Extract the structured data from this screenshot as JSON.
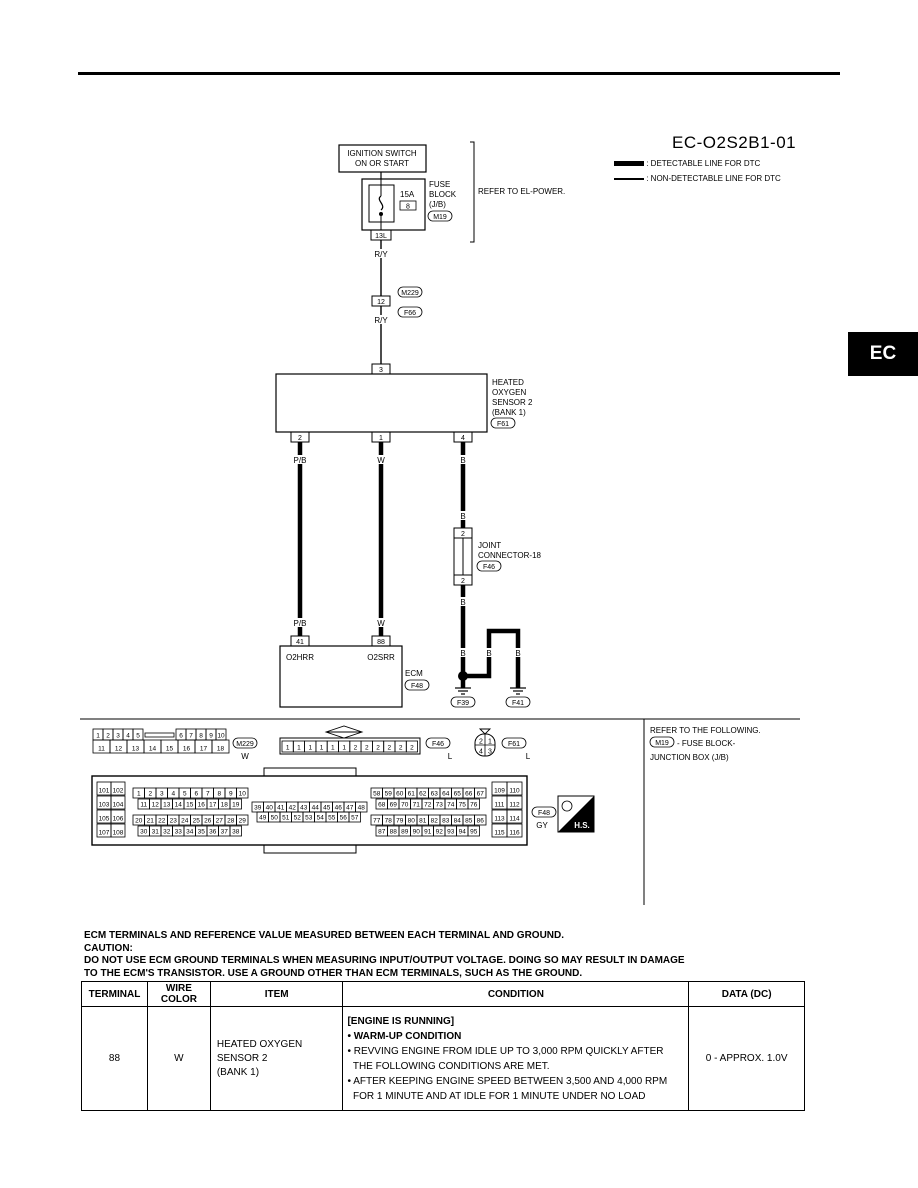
{
  "page": {
    "section_tab": "EC",
    "diagram_id": "EC-O2S2B1-01"
  },
  "legend": {
    "detectable": ": DETECTABLE LINE FOR DTC",
    "non_detectable": ": NON-DETECTABLE LINE FOR DTC"
  },
  "diagram": {
    "ignition_switch": [
      "IGNITION SWITCH",
      "ON OR START"
    ],
    "fuse_rating": "15A",
    "fuse_number": "8",
    "fuse_block_label": [
      "FUSE",
      "BLOCK",
      "(J/B)"
    ],
    "fuse_block_conn": "M19",
    "fuse_terminal": "13L",
    "refer_el_power": "REFER TO EL-POWER.",
    "wire_ry_1": "R/Y",
    "conn_m229": "M229",
    "conn_f66": "F66",
    "terminal_12": "12",
    "wire_ry_2": "R/Y",
    "sensor_pin_3": "3",
    "sensor_label": [
      "HEATED",
      "OXYGEN",
      "SENSOR 2",
      "(BANK 1)"
    ],
    "sensor_conn": "F61",
    "sensor_pins": [
      "2",
      "1",
      "4"
    ],
    "wire_pb": "P/B",
    "wire_w": "W",
    "wire_b": "B",
    "joint_label": [
      "JOINT",
      "CONNECTOR-18"
    ],
    "joint_conn": "F46",
    "joint_pin": "2",
    "ecm_pins": [
      "41",
      "88"
    ],
    "ecm_signals": [
      "O2HRR",
      "O2SRR"
    ],
    "ecm_label": "ECM",
    "ecm_conn": "F48",
    "grounds": [
      "F39",
      "F41"
    ]
  },
  "connectors": {
    "m229": {
      "id": "M229",
      "color": "W",
      "row1": [
        "1",
        "2",
        "3",
        "4",
        "5",
        "",
        "6",
        "7",
        "8",
        "9",
        "10"
      ],
      "row2": [
        "11",
        "12",
        "13",
        "14",
        "15",
        "16",
        "17",
        "18"
      ]
    },
    "f46": {
      "id": "F46",
      "color": "L",
      "pins": [
        "1",
        "1",
        "1",
        "1",
        "1",
        "1",
        "2",
        "2",
        "2",
        "2",
        "2",
        "2"
      ]
    },
    "f61": {
      "id": "F61",
      "color": "L",
      "pins": [
        "2",
        "1",
        "4",
        "3"
      ]
    },
    "f48": {
      "id": "F48",
      "color": "GY",
      "hs": "H.S.",
      "left_rows": [
        [
          "101",
          "102"
        ],
        [
          "103",
          "104"
        ],
        [
          "105",
          "106"
        ],
        [
          "107",
          "108"
        ]
      ],
      "right_rows": [
        [
          "109",
          "110"
        ],
        [
          "111",
          "112"
        ],
        [
          "113",
          "114"
        ],
        [
          "115",
          "116"
        ]
      ],
      "mid_rows": [
        [
          "1",
          "2",
          "3",
          "4",
          "5",
          "6",
          "7",
          "8",
          "9",
          "10"
        ],
        [
          "11",
          "12",
          "13",
          "14",
          "15",
          "16",
          "17",
          "18",
          "19"
        ],
        [
          "20",
          "21",
          "22",
          "23",
          "24",
          "25",
          "26",
          "27",
          "28",
          "29"
        ],
        [
          "30",
          "31",
          "32",
          "33",
          "34",
          "35",
          "36",
          "37",
          "38"
        ]
      ],
      "center_rows": [
        [
          "39",
          "40",
          "41",
          "42",
          "43",
          "44",
          "45",
          "46",
          "47",
          "48"
        ],
        [
          "49",
          "50",
          "51",
          "52",
          "53",
          "54",
          "55",
          "56",
          "57"
        ]
      ],
      "right_mid_rows": [
        [
          "58",
          "59",
          "60",
          "61",
          "62",
          "63",
          "64",
          "65",
          "66",
          "67"
        ],
        [
          "68",
          "69",
          "70",
          "71",
          "72",
          "73",
          "74",
          "75",
          "76"
        ],
        [
          "77",
          "78",
          "79",
          "80",
          "81",
          "82",
          "83",
          "84",
          "85",
          "86"
        ],
        [
          "87",
          "88",
          "89",
          "90",
          "91",
          "92",
          "93",
          "94",
          "95"
        ]
      ]
    },
    "refer_note": "REFER TO THE FOLLOWING.",
    "refer_item_conn": "M19",
    "refer_item_text": [
      "- FUSE BLOCK-",
      "JUNCTION BOX (J/B)"
    ]
  },
  "caution": [
    "ECM TERMINALS AND REFERENCE VALUE MEASURED BETWEEN EACH TERMINAL AND GROUND.",
    "CAUTION:",
    "DO NOT USE ECM GROUND TERMINALS WHEN MEASURING INPUT/OUTPUT VOLTAGE. DOING SO MAY RESULT IN DAMAGE",
    "TO THE ECM'S TRANSISTOR. USE A GROUND OTHER THAN ECM TERMINALS, SUCH AS THE GROUND."
  ],
  "table": {
    "headers": [
      "TERMINAL",
      "WIRE COLOR",
      "ITEM",
      "CONDITION",
      "DATA (DC)"
    ],
    "row": {
      "terminal": "88",
      "wire_color": "W",
      "item": [
        "HEATED OXYGEN",
        "SENSOR 2",
        "(BANK 1)"
      ],
      "condition": [
        "[ENGINE IS RUNNING]",
        "• WARM-UP CONDITION",
        "• REVVING ENGINE FROM IDLE UP TO 3,000 RPM QUICKLY AFTER",
        "  THE FOLLOWING CONDITIONS ARE MET.",
        "• AFTER KEEPING ENGINE SPEED BETWEEN 3,500 AND 4,000 RPM",
        "  FOR 1 MINUTE AND AT IDLE FOR 1 MINUTE UNDER NO LOAD"
      ],
      "data": "0 - APPROX. 1.0V"
    }
  }
}
